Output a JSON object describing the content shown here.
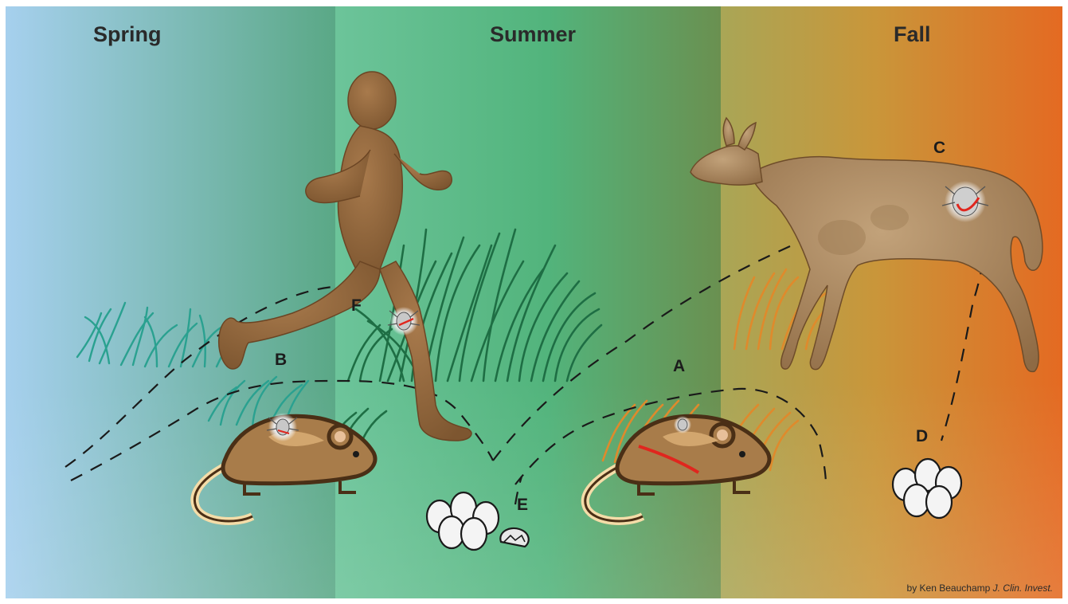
{
  "seasons": {
    "spring": "Spring",
    "summer": "Summer",
    "fall": "Fall"
  },
  "markers": {
    "a": "A",
    "b": "B",
    "c": "C",
    "d": "D",
    "e": "E",
    "f": "F"
  },
  "credit": {
    "author": "by Ken Beauchamp",
    "journal": "J. Clin. Invest."
  },
  "colors": {
    "spring_bg": "#a6d0ee",
    "summer_bg": "#5fc08c",
    "fall_bg": "#e46a22",
    "figure_brown": "#94663a",
    "deer": "#b08d62",
    "grass_spring": "#2aa190",
    "grass_summer": "#1e6e44",
    "grass_fall": "#df8a2c",
    "blood": "#e0261e"
  }
}
